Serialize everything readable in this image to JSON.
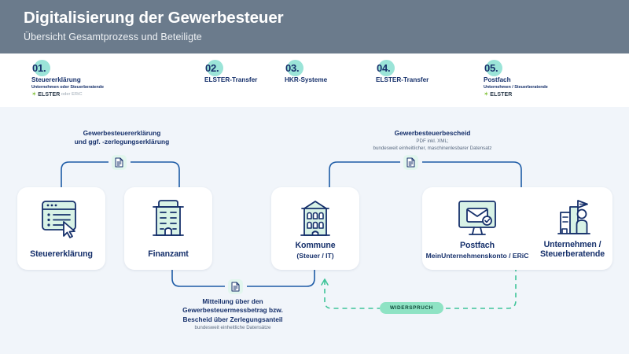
{
  "header": {
    "title": "Digitalisierung der Gewerbesteuer",
    "subtitle": "Übersicht Gesamtprozess und Beteiligte",
    "bg_color": "#6b7b8c"
  },
  "colors": {
    "accent_mint": "#9be4d8",
    "navy": "#16306b",
    "line_blue": "#1d5ba6",
    "green_dashed": "#3fc499",
    "pill_green": "#8fe3c4",
    "elster_green": "#86c440",
    "canvas": "#f1f5fa"
  },
  "steps": [
    {
      "num": "01.",
      "title": "Steuererklärung",
      "sub": "Unternehmen oder Steuerberatende",
      "brand": {
        "icon": "elster-star-icon",
        "name": "ELSTER",
        "suffix": "oder ERiC"
      }
    },
    {
      "num": "02.",
      "title": "ELSTER-Transfer",
      "sub": "",
      "brand": null
    },
    {
      "num": "03.",
      "title": "HKR-Systeme",
      "sub": "",
      "brand": null
    },
    {
      "num": "04.",
      "title": "ELSTER-Transfer",
      "sub": "",
      "brand": null
    },
    {
      "num": "05.",
      "title": "Postfach",
      "sub": "Unternehmen / Steuerberatende",
      "brand": {
        "icon": "elster-star-icon",
        "name": "ELSTER",
        "suffix": ""
      }
    }
  ],
  "cards": [
    {
      "id": "steuererklaerung",
      "icon": "browser-window-list-cursor-icon",
      "line1": "Steuererklärung",
      "line2": ""
    },
    {
      "id": "finanzamt",
      "icon": "office-building-icon",
      "line1": "Finanzamt",
      "line2": ""
    },
    {
      "id": "kommune",
      "icon": "townhall-building-icon",
      "line1": "Kommune",
      "line2": "(Steuer / IT)"
    },
    {
      "id": "postfach",
      "icon": "monitor-envelope-check-icon",
      "line1": "Postfach",
      "line2": "MeinUnternehmenskonto / ERiC"
    },
    {
      "id": "unternehmen",
      "icon": "building-person-icon",
      "line1": "Unternehmen /",
      "line2": "Steuerberatende"
    }
  ],
  "flow_labels": {
    "top_left": {
      "line1": "Gewerbesteuererklärung",
      "line2": "und ggf. -zerlegungserklärung",
      "note": ""
    },
    "top_right": {
      "line1": "Gewerbesteuerbescheid",
      "note1": "PDF inkl. XML;",
      "note2": "bundesweit einheitlicher, maschinenlesbarer Datensatz"
    },
    "bottom_center": {
      "line1": "Mitteilung über den",
      "line2": "Gewerbesteuermessbetrag bzw.",
      "line3": "Bescheid über Zerlegungsanteil",
      "note": "bundesweit einheitliche Datensätze"
    }
  },
  "pill": {
    "label": "WIDERSPRUCH",
    "icon": "dashed-return-arrow-icon"
  },
  "doc_badges": [
    {
      "id": "doc-badge-top-left",
      "icon": "document-icon"
    },
    {
      "id": "doc-badge-top-right",
      "icon": "document-icon"
    },
    {
      "id": "doc-badge-bottom",
      "icon": "document-icon"
    }
  ]
}
